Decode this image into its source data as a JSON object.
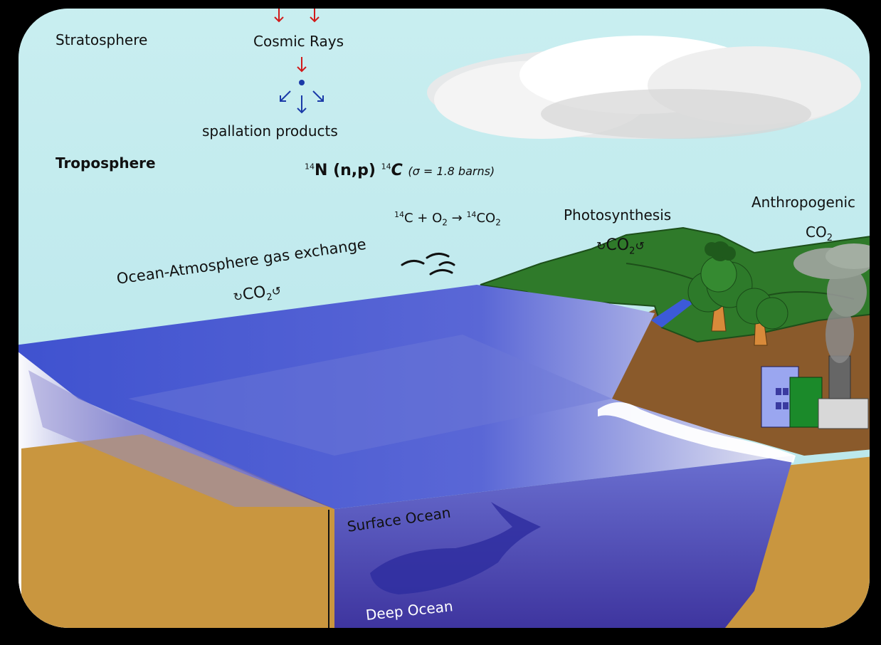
{
  "labels": {
    "stratosphere": "Stratosphere",
    "cosmic_rays": "Cosmic Rays",
    "spallation": "spallation products",
    "troposphere": "Troposphere",
    "reaction_n_mass": "14",
    "reaction_n": "N (n,p) ",
    "reaction_c_mass": "14",
    "reaction_c": "C ",
    "reaction_sigma": "(σ = 1.8 barns)",
    "oxidation_c_mass": "14",
    "oxidation_lhs": "C + O",
    "oxidation_o_sub": "2",
    "oxidation_arrow": " → ",
    "oxidation_co_mass": "14",
    "oxidation_rhs": "CO",
    "oxidation_co_sub": "2",
    "photosynthesis": "Photosynthesis",
    "photo_co2": "CO",
    "photo_co2_sub": "2",
    "anthropogenic": "Anthropogenic",
    "anthro_co2": "CO",
    "anthro_co2_sub": "2",
    "ocean_exchange": "Ocean-Atmosphere gas exchange",
    "ocean_co2": "CO",
    "ocean_co2_sub": "2",
    "surface_ocean": "Surface Ocean",
    "deep_ocean": "Deep Ocean",
    "exchange_glyph_left": "↻",
    "exchange_glyph_right": "↺"
  },
  "colors": {
    "sky": "#c4ecef",
    "ocean_surface": "#4a5ad0",
    "ocean_deep": "#3b3aa8",
    "sediment": "#c9963f",
    "land_green": "#2f7a2a",
    "soil": "#8a5a2b",
    "cosmic_arrow": "#d11a1a",
    "spallation_arrow": "#1a3aa8"
  },
  "icons": [
    "cloud-icon",
    "bird-icon",
    "tree-icon",
    "factory-icon",
    "smoke-icon",
    "fish-icon"
  ]
}
